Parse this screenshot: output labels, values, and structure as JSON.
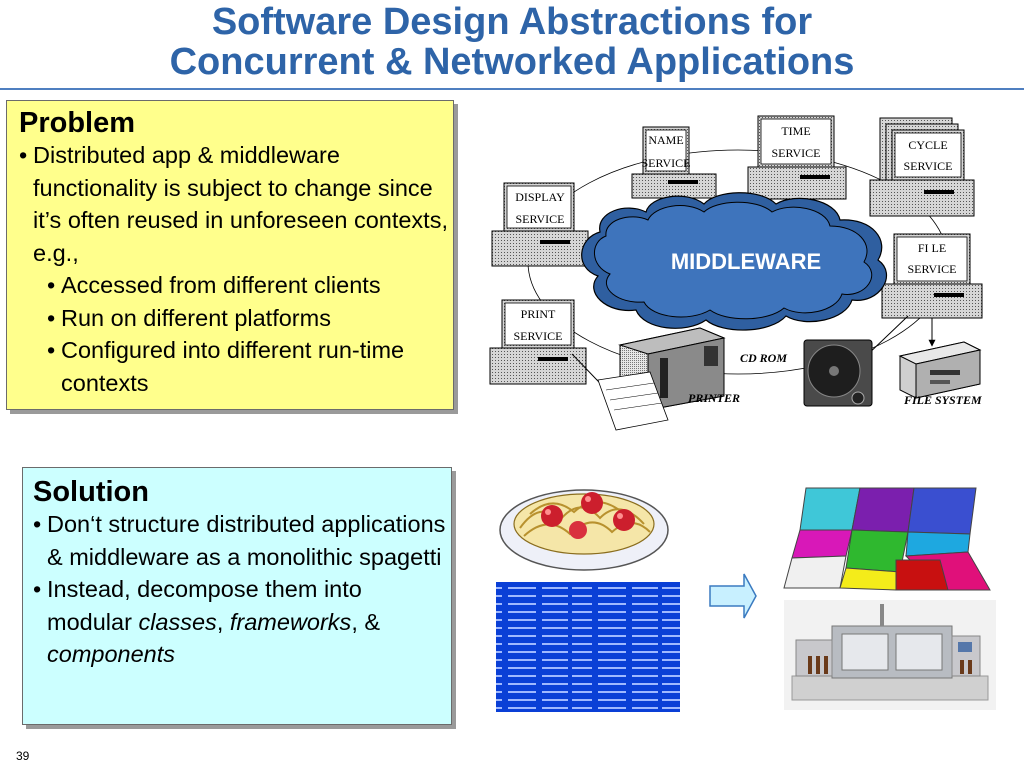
{
  "title": {
    "line1": "Software Design Abstractions for",
    "line2": "Concurrent & Networked Applications"
  },
  "problem": {
    "heading": "Problem",
    "bullets": [
      "Distributed app & middleware functionality is subject to change since it’s often reused in unforeseen contexts, e.g.,"
    ],
    "sub_bullets": [
      "Accessed from different clients",
      "Run on different platforms",
      "Configured into different run-time contexts"
    ]
  },
  "solution": {
    "heading": "Solution",
    "bullet1": "Don‘t structure distributed applications & middleware as a monolithic spagetti",
    "bullet2": {
      "pre": "Instead, decompose them into modular ",
      "classes": "classes",
      "comma1": ", ",
      "frameworks": "frameworks",
      "comma2": ", & ",
      "components": "components"
    }
  },
  "diagram": {
    "middleware": "MIDDLEWARE",
    "services": {
      "name": [
        "NAME",
        "SERVICE"
      ],
      "time": [
        "TIME",
        "SERVICE"
      ],
      "cycle": [
        "CYCLE",
        "SERVICE"
      ],
      "display": [
        "DISPLAY",
        "SERVICE"
      ],
      "file": [
        "FI LE",
        "SERVICE"
      ],
      "print": [
        "PRINT",
        "SERVICE"
      ]
    },
    "devices": {
      "cdrom": "CD ROM",
      "printer": "PRINTER",
      "filesystem": "FILE  SYSTEM"
    }
  },
  "page_number": "39"
}
